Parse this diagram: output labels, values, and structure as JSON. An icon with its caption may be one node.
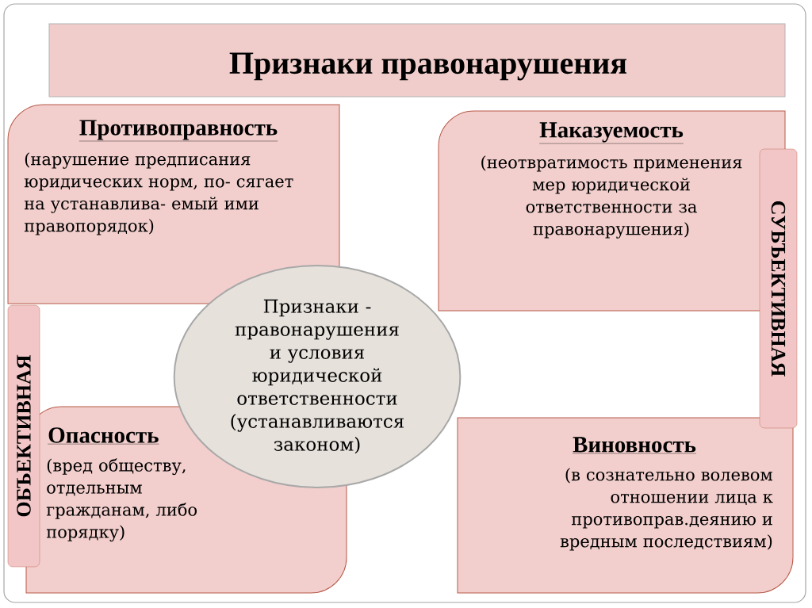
{
  "diagram": {
    "title": "Признаки правонарушения",
    "nodes": [
      {
        "text": [
          "Противоправность",
          "(нарушение предписания юридических норм, по- сягает на устанавлива- емый ими правопорядок)"
        ]
      },
      {
        "text": [
          "Наказуемость",
          "(неотвратимость применения мер юридической ответственности за правонарушения)"
        ]
      },
      {
        "text": [
          "Опасность",
          "(вред обществу, отдельным гражданам, либо порядку)"
        ]
      },
      {
        "text": [
          "Виновность",
          "(в сознательно волевом отношении лица к противоправ.деянию и вредным последствиям)"
        ]
      },
      {
        "text": [
          "Признаки - правонарушения и условия юридической ответственности (устанавливаются законом)"
        ]
      },
      {
        "text": [
          "СУБЪЕКТИВНАЯ"
        ]
      },
      {
        "text": [
          "ОБЪЕКТИВНАЯ"
        ]
      }
    ]
  }
}
